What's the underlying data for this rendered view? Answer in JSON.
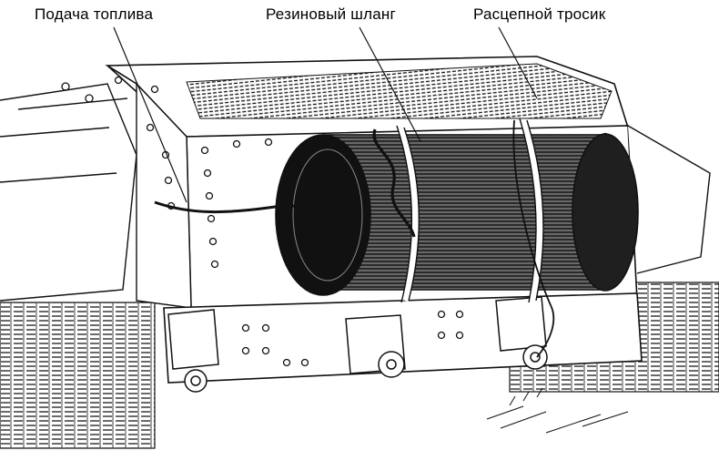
{
  "labels": {
    "fuel_feed": "Подача топлива",
    "rubber_hose": "Резиновый шланг",
    "release_cable": "Расцепной тросик"
  }
}
